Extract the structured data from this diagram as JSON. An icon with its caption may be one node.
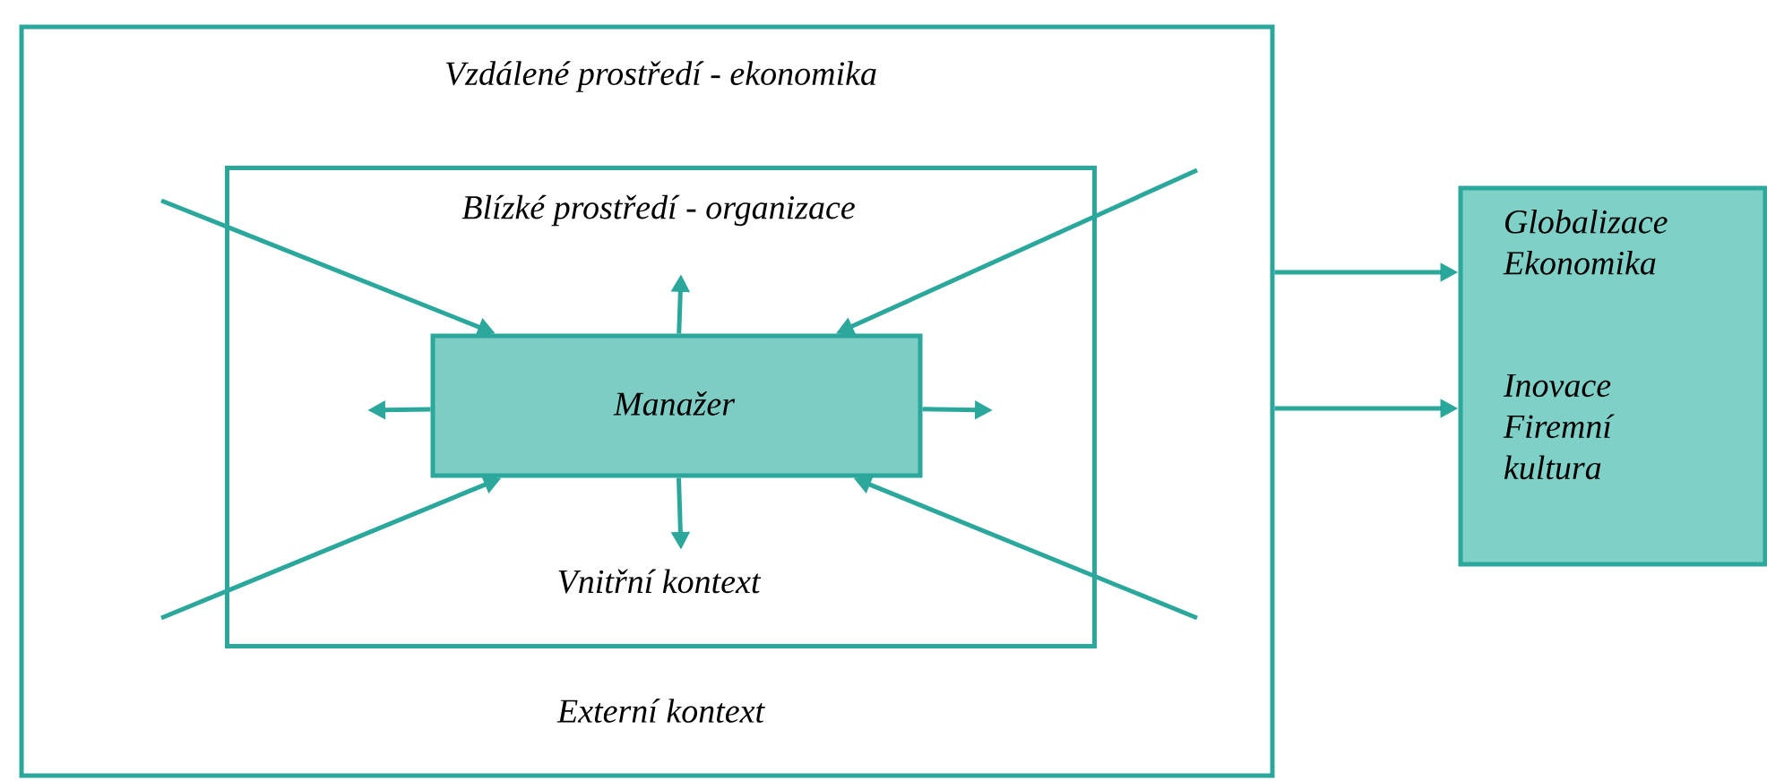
{
  "diagram": {
    "nodes": [
      {
        "text": [
          "Vzdálené prostředí - ekonomika",
          "Externí kontext"
        ]
      },
      {
        "text": [
          "Blízké prostředí - organizace",
          "Vnitřní kontext"
        ],
        "in": 0
      },
      {
        "text": [
          "Manažer"
        ],
        "in": 1
      },
      {
        "text": [
          "Globalizace Ekonomika",
          "Inovace Firemní kultura"
        ]
      }
    ],
    "edges": [
      {
        "from": null,
        "to": 2,
        "arrow": "to"
      },
      {
        "from": null,
        "to": 2,
        "arrow": "to"
      },
      {
        "from": null,
        "to": 2,
        "arrow": "to"
      },
      {
        "from": null,
        "to": 2,
        "arrow": "to"
      },
      {
        "from": 2,
        "to": null,
        "arrow": "to"
      },
      {
        "from": 2,
        "to": null,
        "arrow": "to"
      },
      {
        "from": 2,
        "to": null,
        "arrow": "to"
      },
      {
        "from": 2,
        "to": null,
        "arrow": "to"
      },
      {
        "from": 0,
        "to": 3,
        "arrow": "to"
      },
      {
        "from": 0,
        "to": 3,
        "arrow": "to"
      }
    ]
  }
}
